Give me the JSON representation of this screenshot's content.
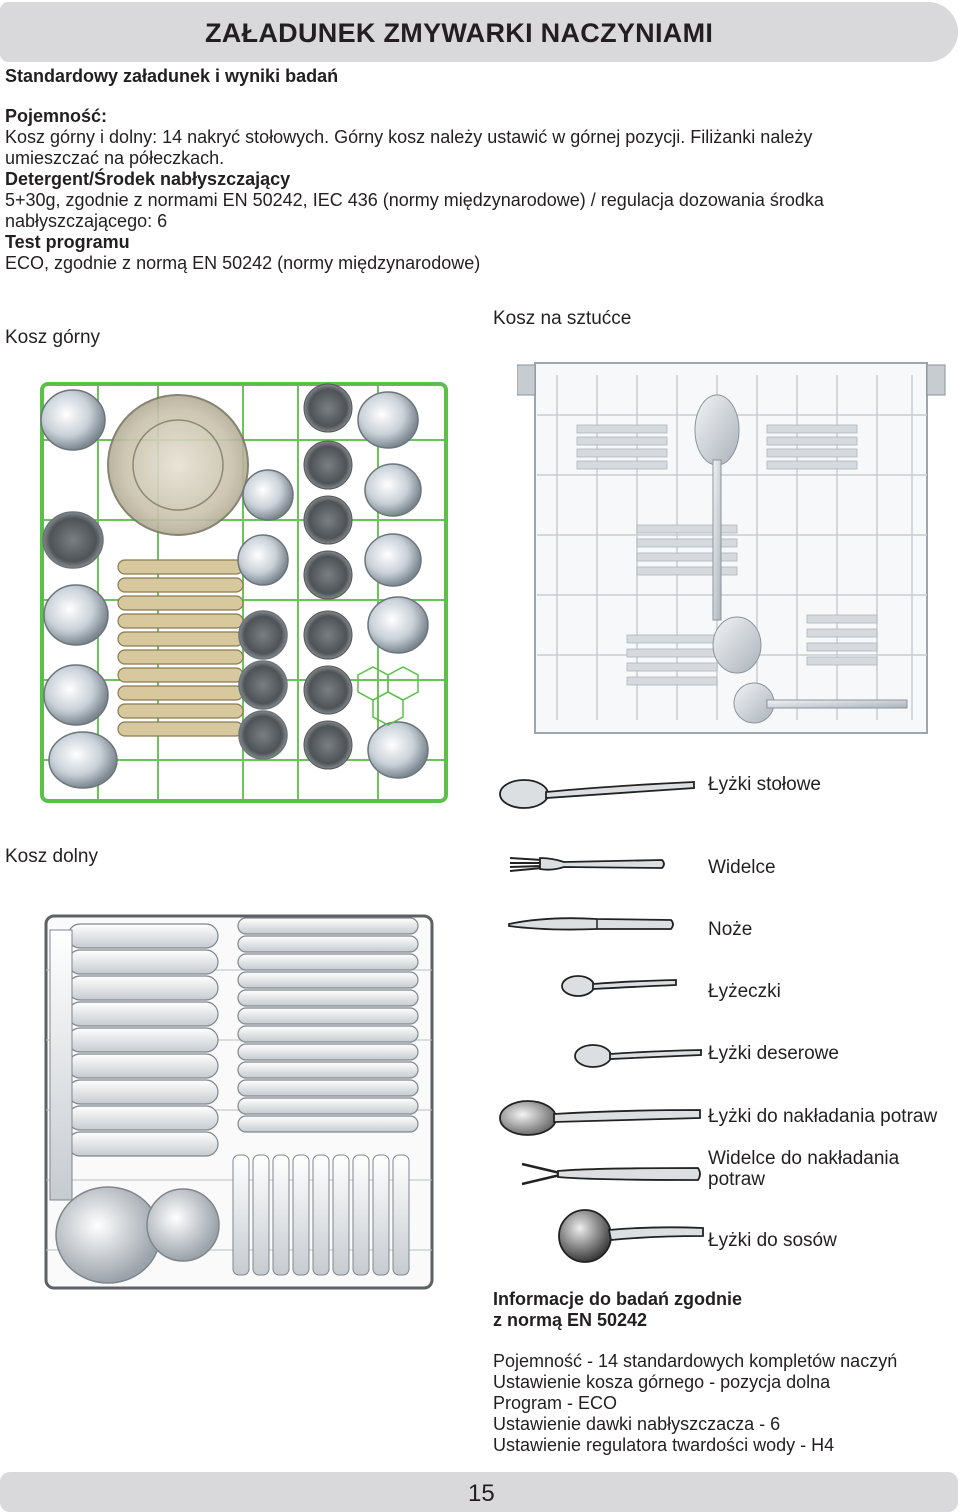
{
  "header": {
    "title": "ZAŁADUNEK ZMYWARKI NACZYNIAMI"
  },
  "subtitle": "Standardowy załadunek i wyniki badań",
  "capacity": {
    "heading": "Pojemność:",
    "line1": "Kosz górny i dolny: 14 nakryć stołowych. Górny kosz należy ustawić w górnej pozycji. Filiżanki należy",
    "line2": "umieszczać na półeczkach."
  },
  "detergent": {
    "heading": "Detergent/Środek nabłyszczający",
    "line1": "5+30g, zgodnie z normami EN 50242, IEC 436 (normy międzynarodowe) / regulacja dozowania środka",
    "line2": "nabłyszczającego: 6"
  },
  "program_test": {
    "heading": "Test programu",
    "line1": "ECO, zgodnie z normą EN 50242 (normy międzynarodowe)"
  },
  "baskets": {
    "upper": "Kosz górny",
    "cutlery": "Kosz na sztućce",
    "lower": "Kosz dolny"
  },
  "cutlery_items": [
    {
      "label": "Łyżki stołowe",
      "icon": "table-spoon-icon"
    },
    {
      "label": "Widelce",
      "icon": "fork-icon"
    },
    {
      "label": "Noże",
      "icon": "knife-icon"
    },
    {
      "label": "Łyżeczki",
      "icon": "teaspoon-icon"
    },
    {
      "label": "Łyżki deserowe",
      "icon": "dessert-spoon-icon"
    },
    {
      "label": "Łyżki do nakładania potraw",
      "icon": "serving-spoon-icon"
    },
    {
      "label": "Widelce do nakładania",
      "label2": "potraw",
      "icon": "serving-fork-icon"
    },
    {
      "label": "Łyżki do sosów",
      "icon": "ladle-icon"
    }
  ],
  "test_info": {
    "heading1": "Informacje do badań zgodnie",
    "heading2": "z normą EN 50242",
    "lines": [
      "Pojemność - 14 standardowych kompletów naczyń",
      "Ustawienie kosza górnego - pozycja dolna",
      "Program - ECO",
      "Ustawienie dawki nabłyszczacza - 6",
      "Ustawienie regulatora twardości wody - H4"
    ]
  },
  "page_number": "15",
  "colors": {
    "rack_green": "#5cbf4a",
    "header_gray": "#d9d9db",
    "text": "#231f20"
  }
}
